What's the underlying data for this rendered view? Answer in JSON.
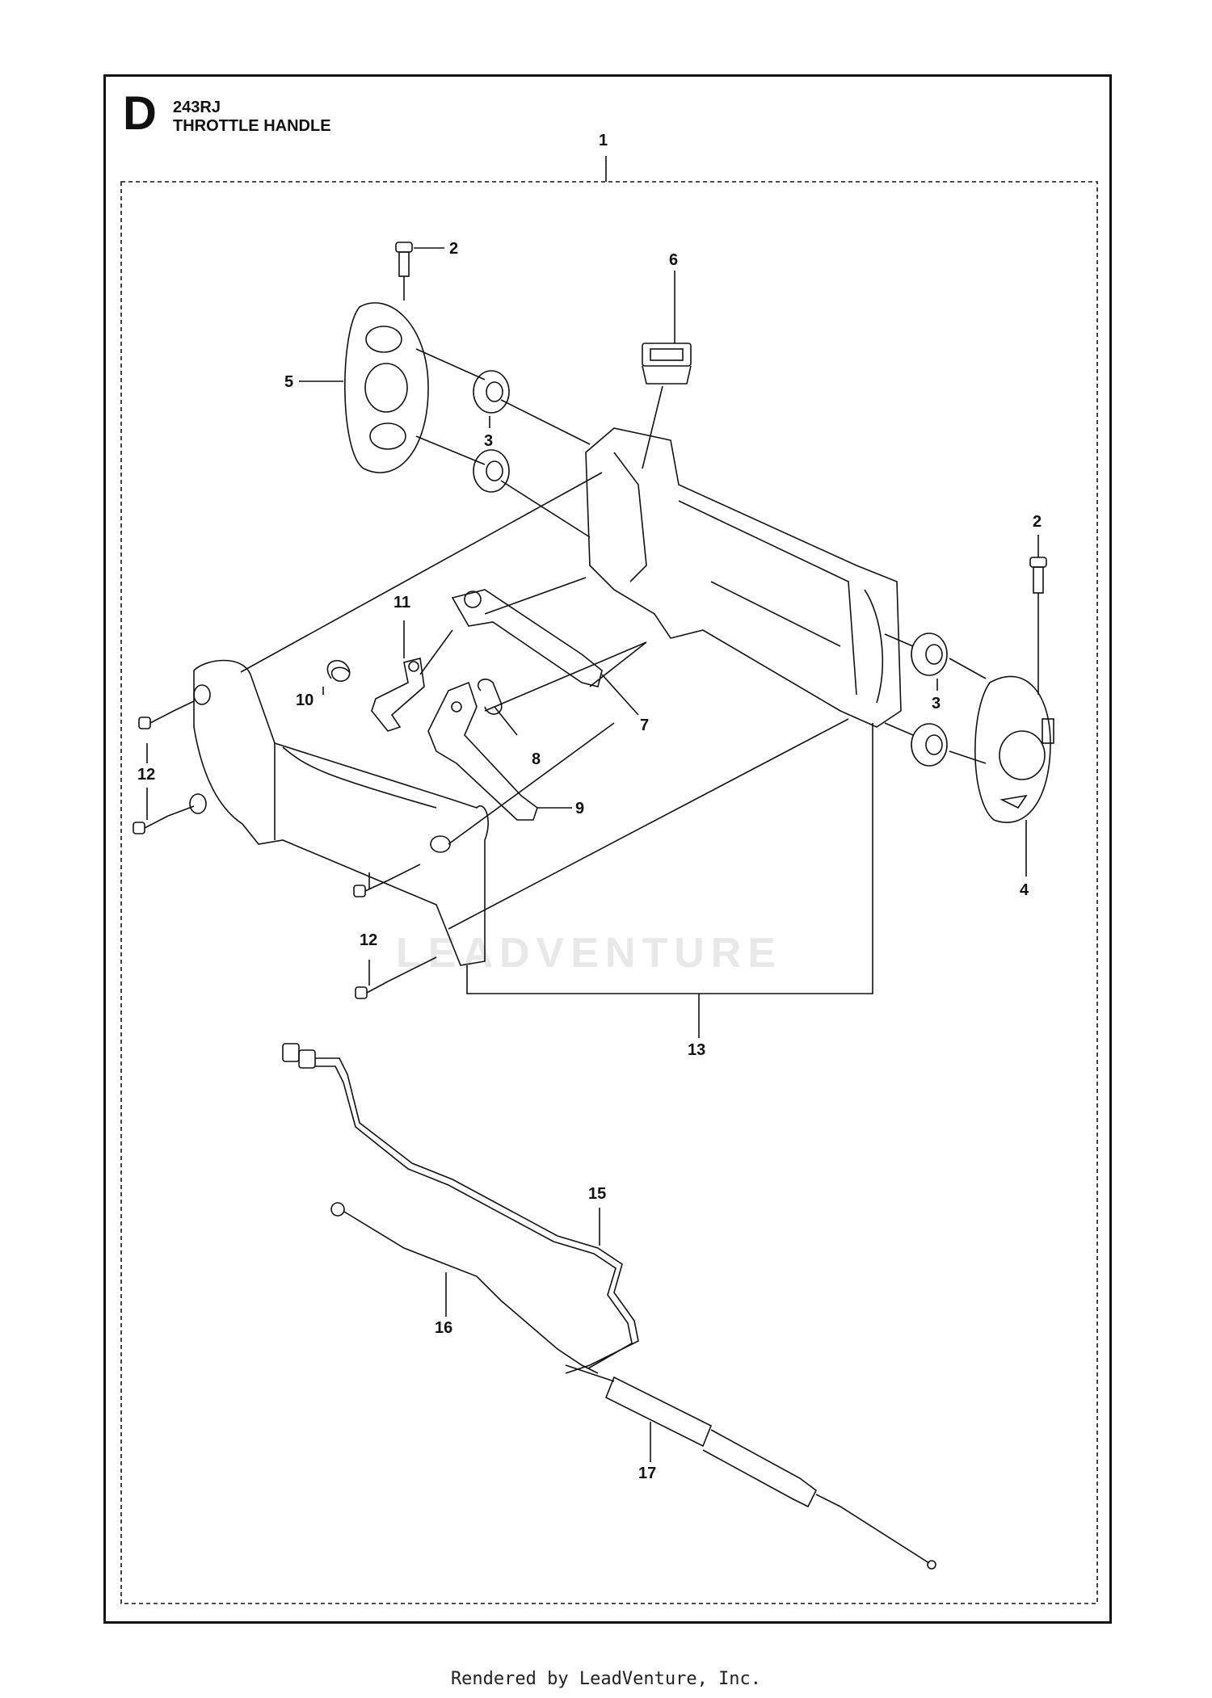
{
  "header": {
    "section_letter": "D",
    "model": "243RJ",
    "title": "THROTTLE HANDLE"
  },
  "callouts": [
    {
      "id": "c1",
      "label": "1"
    },
    {
      "id": "c2a",
      "label": "2"
    },
    {
      "id": "c2b",
      "label": "2"
    },
    {
      "id": "c3a",
      "label": "3"
    },
    {
      "id": "c3b",
      "label": "3"
    },
    {
      "id": "c4",
      "label": "4"
    },
    {
      "id": "c5",
      "label": "5"
    },
    {
      "id": "c6",
      "label": "6"
    },
    {
      "id": "c7",
      "label": "7"
    },
    {
      "id": "c8",
      "label": "8"
    },
    {
      "id": "c9",
      "label": "9"
    },
    {
      "id": "c10",
      "label": "10"
    },
    {
      "id": "c11",
      "label": "11"
    },
    {
      "id": "c12a",
      "label": "12"
    },
    {
      "id": "c12b",
      "label": "12"
    },
    {
      "id": "c13",
      "label": "13"
    },
    {
      "id": "c15",
      "label": "15"
    },
    {
      "id": "c16",
      "label": "16"
    },
    {
      "id": "c17",
      "label": "17"
    }
  ],
  "watermark": "LEADVENTURE",
  "footer": "Rendered by LeadVenture, Inc."
}
